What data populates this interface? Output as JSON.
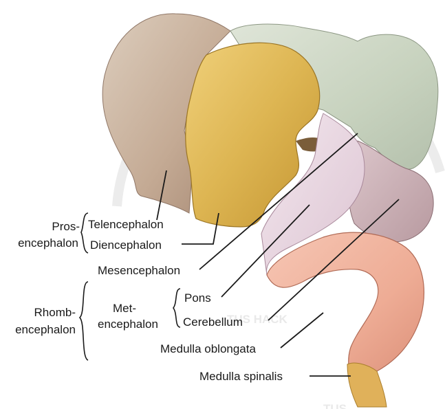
{
  "labels": {
    "telencephalon": "Telencephalon",
    "diencephalon": "Diencephalon",
    "pros_top": "Pros-",
    "pros_bottom": "encephalon",
    "mesencephalon": "Mesencephalon",
    "rhomb_top": "Rhomb-",
    "rhomb_bottom": "encephalon",
    "met_top": "Met-",
    "met_bottom": "encephalon",
    "pons": "Pons",
    "cerebellum": "Cerebellum",
    "medulla_oblongata": "Medulla oblongata",
    "medulla_spinalis": "Medulla spinalis"
  },
  "watermark": {
    "text_middle": "TUS HACK",
    "text_bottom": "TUS"
  },
  "colors": {
    "telencephalon": "#c9b19c",
    "diencephalon": "#ddb552",
    "mesencephalon": "#cdd6c3",
    "cerebellum": "#cdb2b7",
    "pons": "#ead9e3",
    "medulla_oblongata": "#eeb29c",
    "medulla_spinalis": "#e0b15a",
    "leader_line": "#1a1a1a"
  }
}
